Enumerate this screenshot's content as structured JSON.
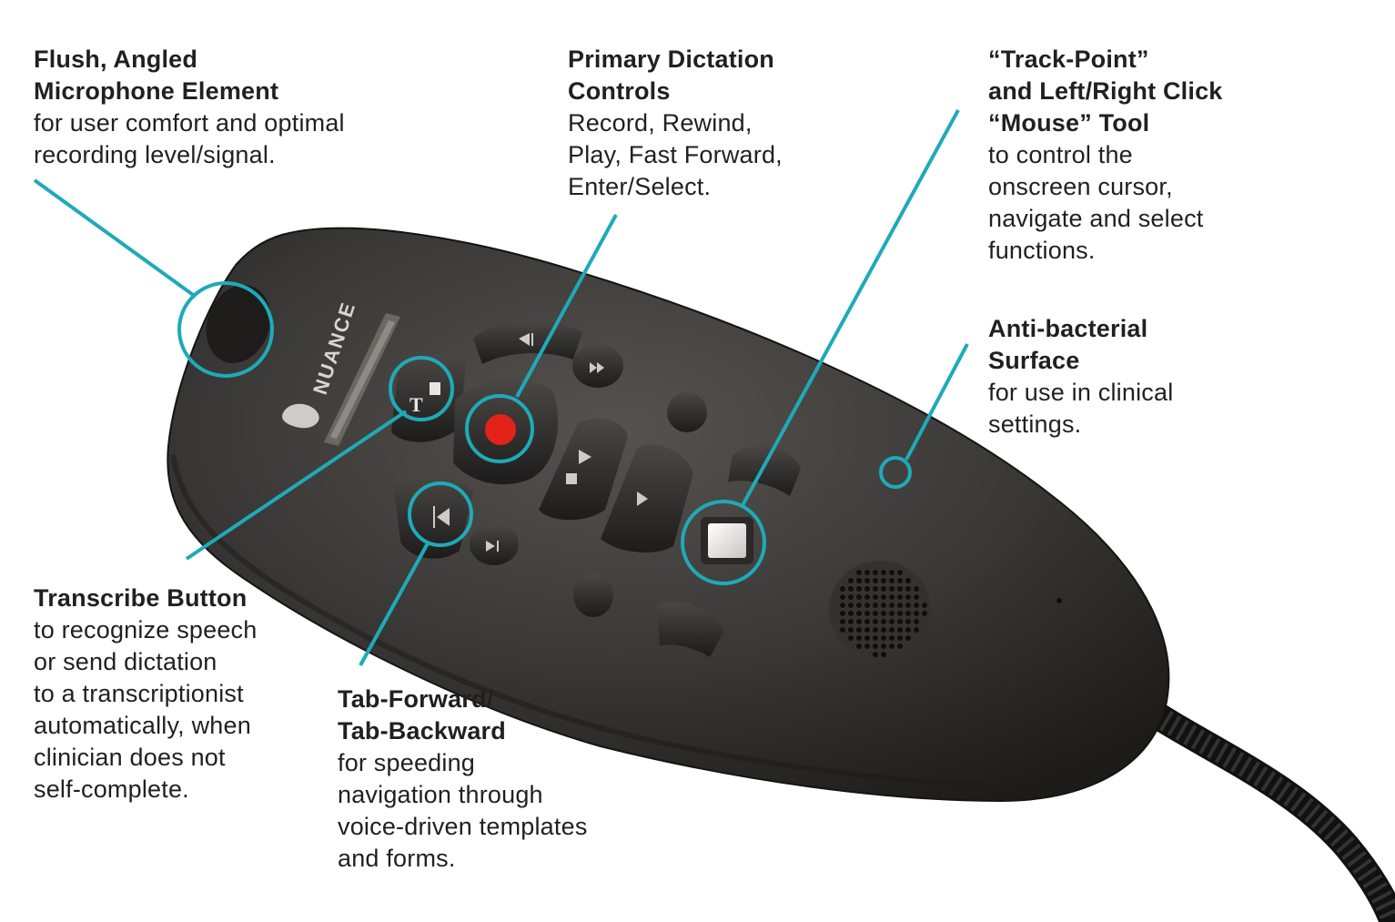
{
  "colors": {
    "accent": "#1eaab9",
    "text": "#231f20",
    "device_body": "#3b3937",
    "button": "#2f2d2c",
    "record_dot": "#e2231a",
    "background": "#ffffff"
  },
  "device": {
    "brand": "NUANCE",
    "icons": [
      "nuance-logo-icon",
      "record-icon",
      "play-stop-icon",
      "fast-forward-icon",
      "rewind-icon",
      "tab-forward-icon",
      "tab-backward-icon",
      "transcribe-icon",
      "trackpoint-icon",
      "speaker-grille-icon"
    ]
  },
  "callouts": [
    {
      "id": "microphone",
      "title": [
        "Flush, Angled",
        "Microphone Element"
      ],
      "desc": [
        "for user comfort and optimal",
        "recording level/signal."
      ]
    },
    {
      "id": "dictation",
      "title": [
        "Primary Dictation",
        "Controls"
      ],
      "desc": [
        "Record, Rewind,",
        "Play, Fast Forward,",
        "Enter/Select."
      ]
    },
    {
      "id": "trackpoint",
      "title": [
        "“Track-Point”",
        "and Left/Right Click",
        "“Mouse” Tool"
      ],
      "desc": [
        "to control the",
        "onscreen cursor,",
        "navigate and select",
        "functions."
      ]
    },
    {
      "id": "antibacterial",
      "title": [
        "Anti-bacterial",
        "Surface"
      ],
      "desc": [
        "for use in clinical",
        "settings."
      ]
    },
    {
      "id": "transcribe",
      "title": [
        "Transcribe Button"
      ],
      "desc": [
        "to recognize speech",
        "or send dictation",
        "to a transcriptionist",
        "automatically, when",
        "clinician does not",
        "self-complete."
      ]
    },
    {
      "id": "tab",
      "title": [
        "Tab-Forward/",
        "Tab-Backward"
      ],
      "desc": [
        "for speeding",
        "navigation through",
        "voice-driven templates",
        "and forms."
      ]
    }
  ]
}
